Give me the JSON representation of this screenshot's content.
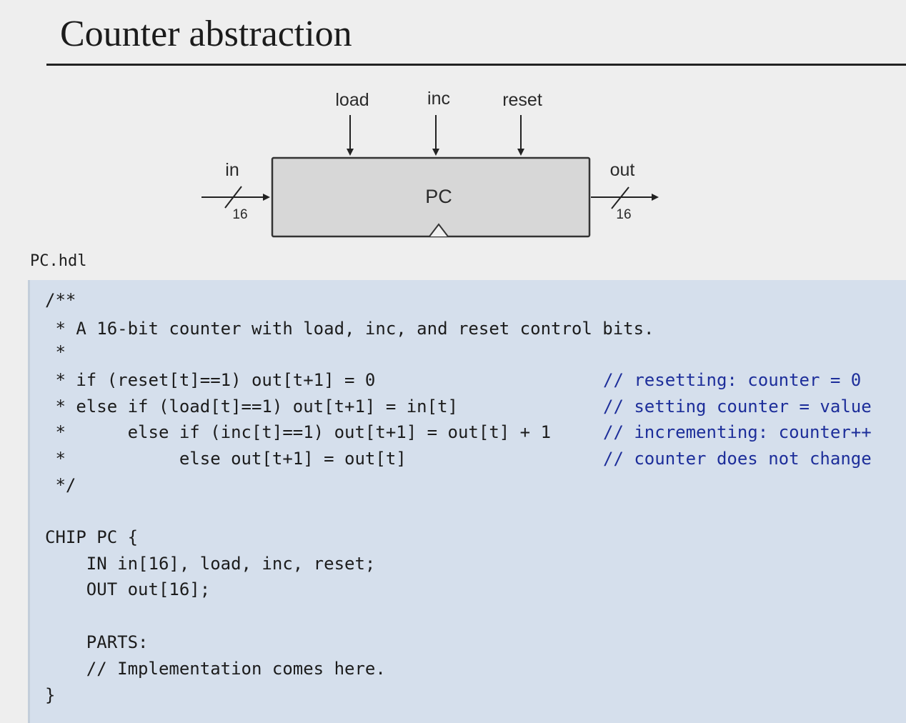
{
  "slide": {
    "title": "Counter abstraction"
  },
  "diagram": {
    "chip_name": "PC",
    "inputs": {
      "load": "load",
      "inc": "inc",
      "reset": "reset",
      "in": "in",
      "in_width": "16"
    },
    "outputs": {
      "out": "out",
      "out_width": "16"
    }
  },
  "code": {
    "filename": "PC.hdl",
    "lines": [
      "/**",
      " * A 16-bit counter with load, inc, and reset control bits.",
      " *",
      " * if (reset[t]==1) out[t+1] = 0",
      " * else if (load[t]==1) out[t+1] = in[t]",
      " *      else if (inc[t]==1) out[t+1] = out[t] + 1",
      " *           else out[t+1] = out[t]",
      " */",
      "CHIP PC {",
      "    IN in[16], load, inc, reset;",
      "    OUT out[16];",
      "    PARTS:",
      "    // Implementation comes here.",
      "}"
    ],
    "comments": [
      "// resetting: counter = 0",
      "// setting counter = value",
      "// incrementing: counter++",
      "// counter does not change"
    ]
  }
}
